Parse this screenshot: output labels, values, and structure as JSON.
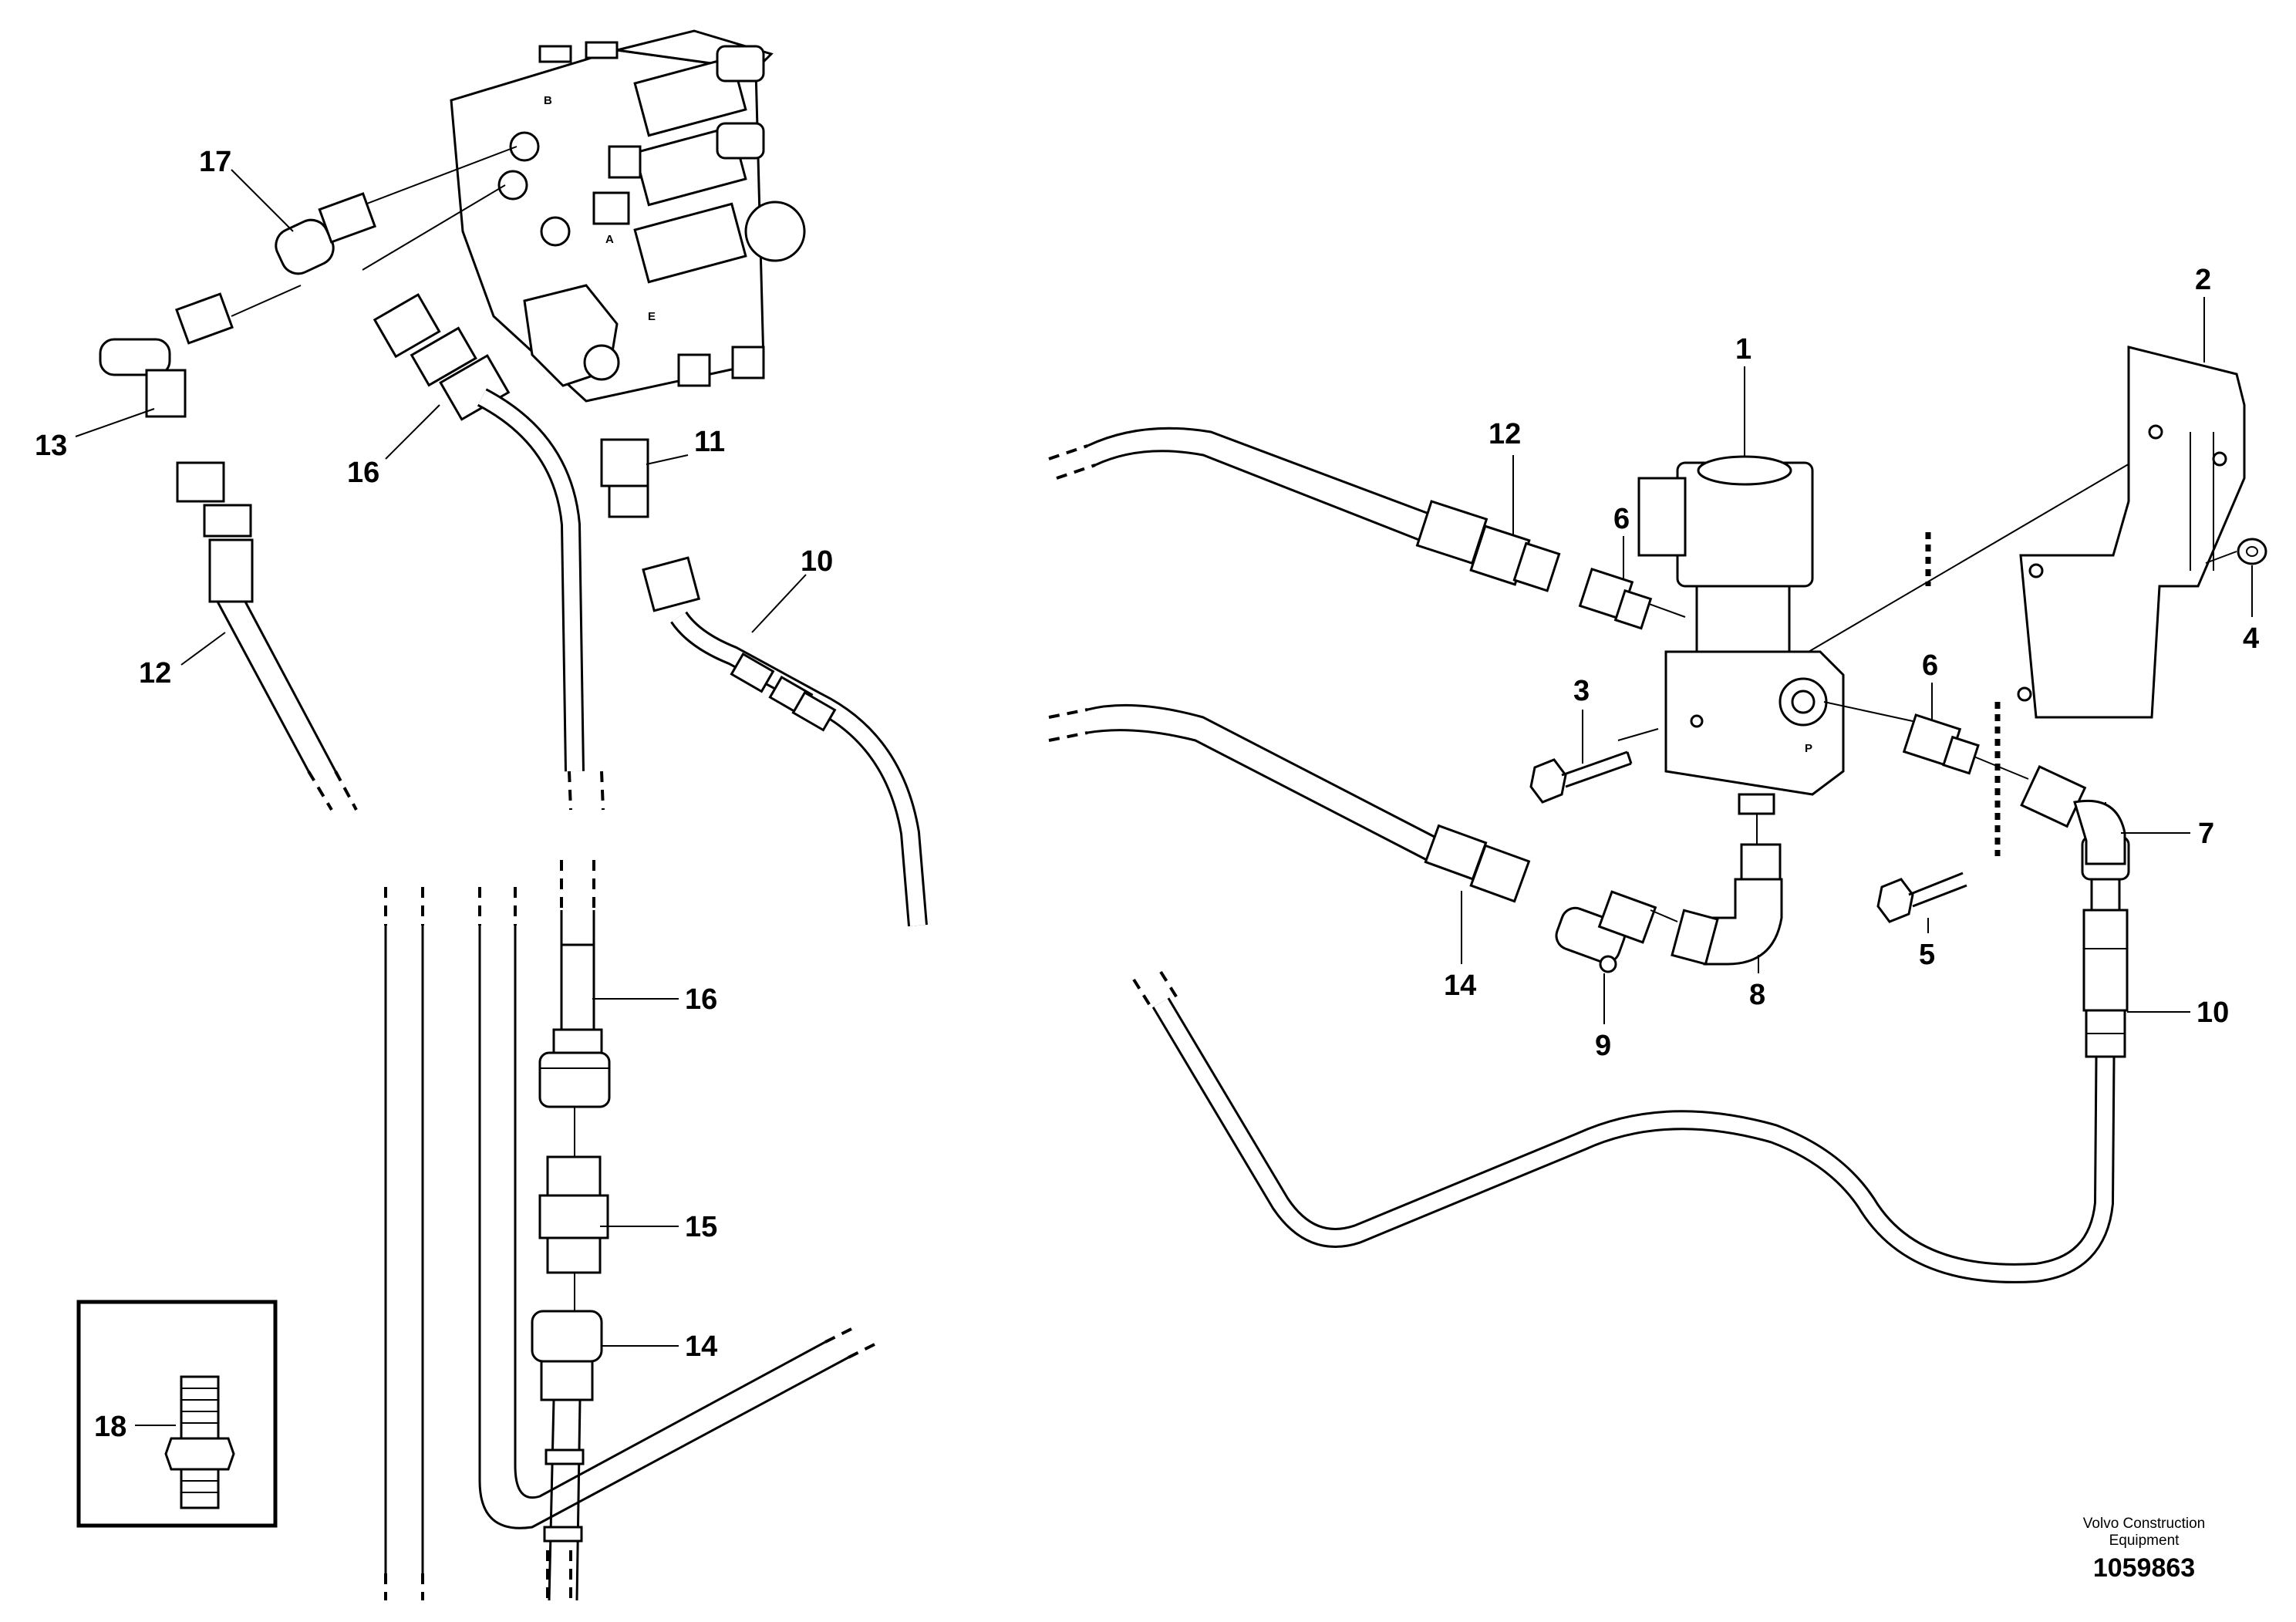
{
  "diagram": {
    "callouts": {
      "c1": "1",
      "c2": "2",
      "c3": "3",
      "c4": "4",
      "c5": "5",
      "c6a": "6",
      "c6b": "6",
      "c7": "7",
      "c8": "8",
      "c9": "9",
      "c10a": "10",
      "c10b": "10",
      "c11": "11",
      "c12a": "12",
      "c12b": "12",
      "c13": "13",
      "c14a": "14",
      "c14b": "14",
      "c15": "15",
      "c16a": "16",
      "c16b": "16",
      "c17": "17",
      "c18": "18"
    },
    "valve_port_labels": {
      "b": "B",
      "a": "A",
      "e": "E"
    },
    "solenoid_port_label": "P",
    "brand_line1": "Volvo Construction",
    "brand_line2": "Equipment",
    "figure_number": "1059863"
  }
}
